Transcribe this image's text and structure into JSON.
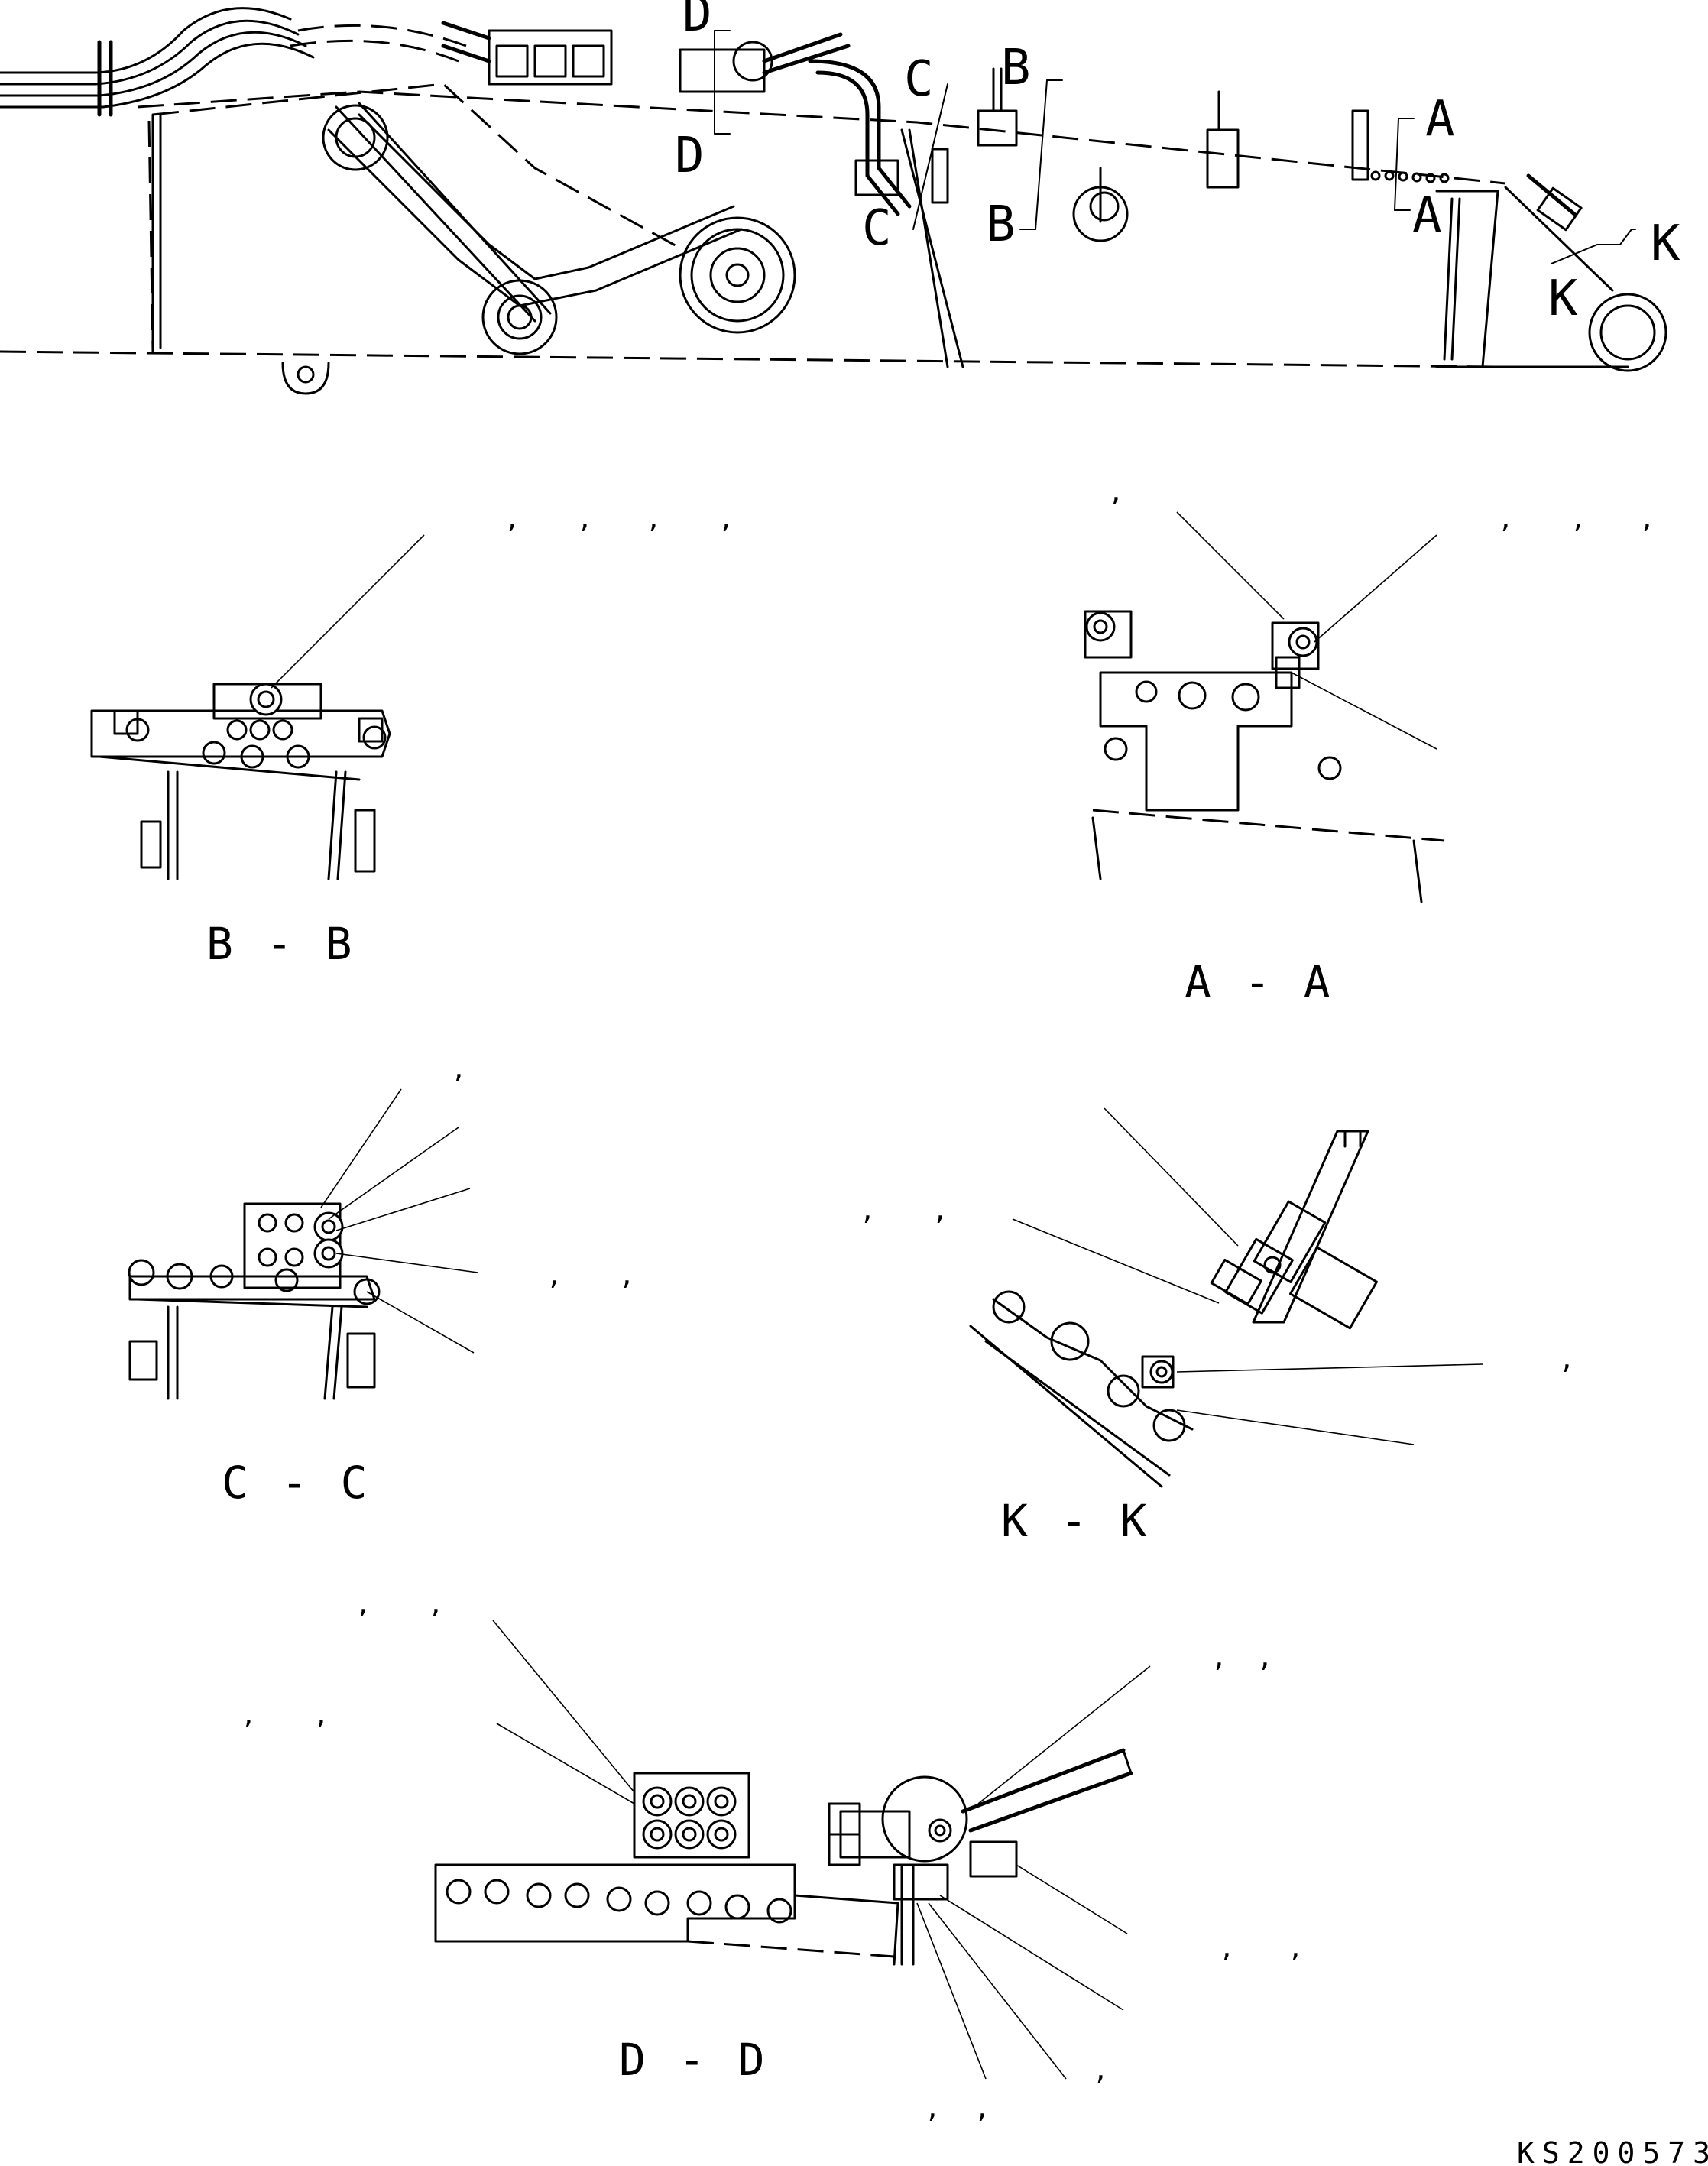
{
  "drawing_code": "KS200573",
  "callouts": {
    "d": "D",
    "c": "C",
    "b": "B",
    "a": "A",
    "k": "K"
  },
  "sections": {
    "bb": "B - B",
    "aa": "A - A",
    "cc": "C - C",
    "kk": "K - K",
    "dd": "D - D"
  },
  "separators": {
    "comma": ","
  }
}
